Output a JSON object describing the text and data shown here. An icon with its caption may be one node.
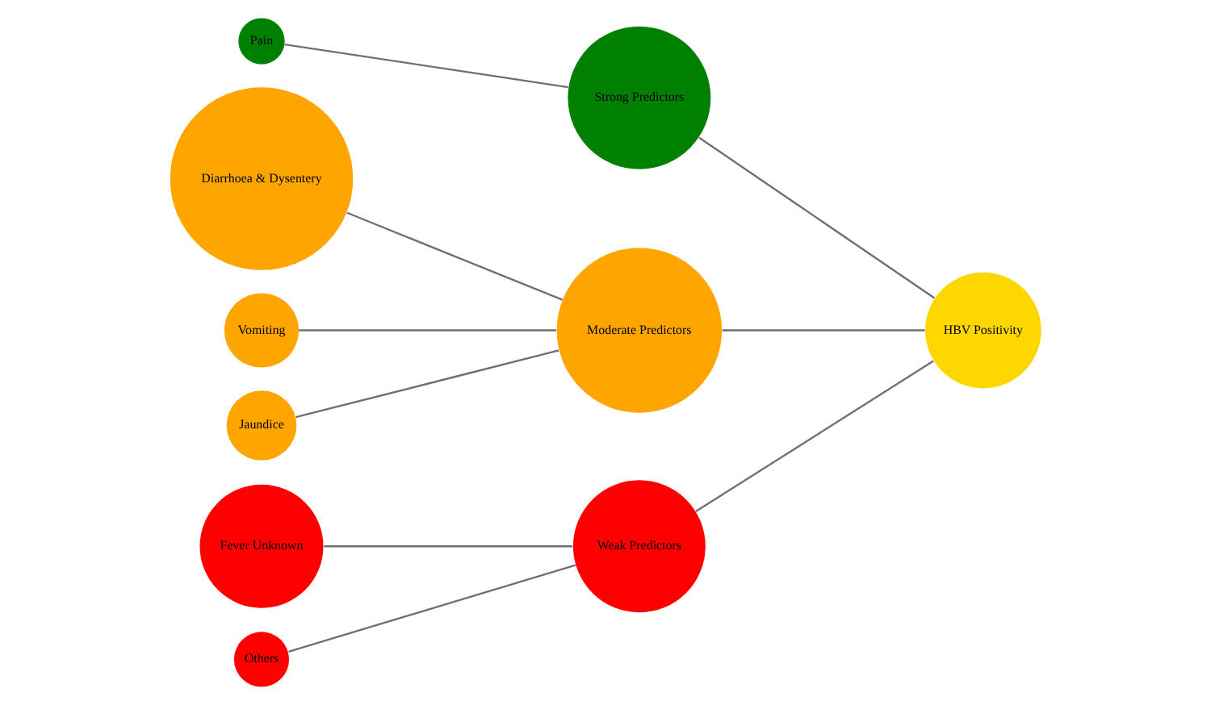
{
  "diagram": {
    "nodes": [
      {
        "text": [
          "Pain"
        ]
      },
      {
        "text": [
          "Strong Predictors"
        ]
      },
      {
        "text": [
          "Diarrhoea & Dysentery"
        ]
      },
      {
        "text": [
          "Vomiting"
        ]
      },
      {
        "text": [
          "Moderate Predictors"
        ]
      },
      {
        "text": [
          "HBV Positivity"
        ]
      },
      {
        "text": [
          "Jaundice"
        ]
      },
      {
        "text": [
          "Fever Unknown"
        ]
      },
      {
        "text": [
          "Weak Predictors"
        ]
      },
      {
        "text": [
          "Others"
        ]
      }
    ],
    "edges": [
      {
        "from": 0,
        "to": 1,
        "arrow": "none"
      },
      {
        "from": 1,
        "to": 5,
        "arrow": "none"
      },
      {
        "from": 2,
        "to": 4,
        "arrow": "none"
      },
      {
        "from": 3,
        "to": 4,
        "arrow": "none"
      },
      {
        "from": 6,
        "to": 4,
        "arrow": "none"
      },
      {
        "from": 4,
        "to": 5,
        "arrow": "none"
      },
      {
        "from": 7,
        "to": 8,
        "arrow": "none"
      },
      {
        "from": 9,
        "to": 8,
        "arrow": "none"
      },
      {
        "from": 8,
        "to": 5,
        "arrow": "none"
      }
    ]
  }
}
